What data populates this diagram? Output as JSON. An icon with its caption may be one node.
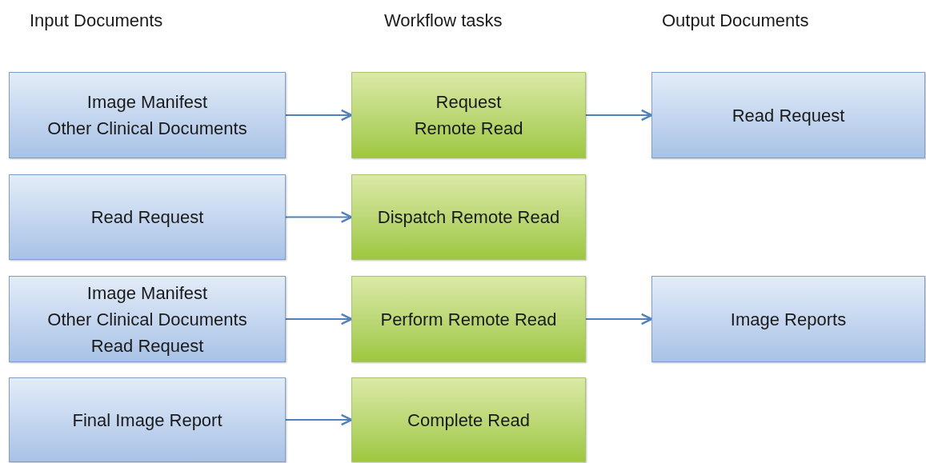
{
  "diagram": {
    "nodes": [
      {
        "text": [
          "Image Manifest",
          "Other Clinical Documents"
        ]
      },
      {
        "text": [
          "Request",
          "Remote Read"
        ]
      },
      {
        "text": [
          "Read Request"
        ]
      },
      {
        "text": [
          "Read Request"
        ]
      },
      {
        "text": [
          "Dispatch Remote Read"
        ]
      },
      {
        "text": [
          "Image Manifest",
          "Other Clinical Documents",
          "Read Request"
        ]
      },
      {
        "text": [
          "Perform Remote Read"
        ]
      },
      {
        "text": [
          "Image Reports"
        ]
      },
      {
        "text": [
          "Final Image Report"
        ]
      },
      {
        "text": [
          "Complete Read"
        ]
      }
    ],
    "edges": [
      {
        "from": 0,
        "to": 1,
        "arrow": "to"
      },
      {
        "from": 1,
        "to": 2,
        "arrow": "to"
      },
      {
        "from": 3,
        "to": 4,
        "arrow": "to"
      },
      {
        "from": 5,
        "to": 6,
        "arrow": "to"
      },
      {
        "from": 6,
        "to": 7,
        "arrow": "to"
      },
      {
        "from": 8,
        "to": 9,
        "arrow": "to"
      }
    ],
    "labels": [
      "Input Documents",
      "Workflow tasks",
      "Output Documents"
    ]
  }
}
